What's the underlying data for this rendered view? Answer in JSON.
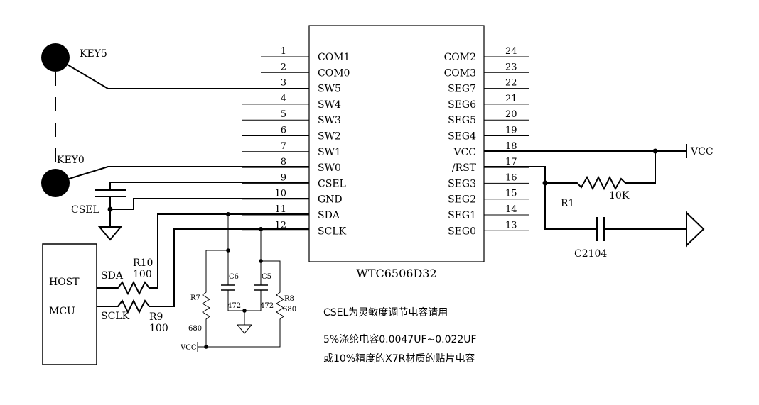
{
  "chip": {
    "name": "WTC6506D32",
    "left_pins": [
      {
        "num": "1",
        "label": "COM1"
      },
      {
        "num": "2",
        "label": "COM0"
      },
      {
        "num": "3",
        "label": "SW5"
      },
      {
        "num": "4",
        "label": "SW4"
      },
      {
        "num": "5",
        "label": "SW3"
      },
      {
        "num": "6",
        "label": "SW2"
      },
      {
        "num": "7",
        "label": "SW1"
      },
      {
        "num": "8",
        "label": "SW0"
      },
      {
        "num": "9",
        "label": "CSEL"
      },
      {
        "num": "10",
        "label": "GND"
      },
      {
        "num": "11",
        "label": "SDA"
      },
      {
        "num": "12",
        "label": "SCLK"
      }
    ],
    "right_pins": [
      {
        "num": "24",
        "label": "COM2"
      },
      {
        "num": "23",
        "label": "COM3"
      },
      {
        "num": "22",
        "label": "SEG7"
      },
      {
        "num": "21",
        "label": "SEG6"
      },
      {
        "num": "20",
        "label": "SEG5"
      },
      {
        "num": "19",
        "label": "SEG4"
      },
      {
        "num": "18",
        "label": "VCC"
      },
      {
        "num": "17",
        "label": "/RST"
      },
      {
        "num": "16",
        "label": "SEG3"
      },
      {
        "num": "15",
        "label": "SEG2"
      },
      {
        "num": "14",
        "label": "SEG1"
      },
      {
        "num": "13",
        "label": "SEG0"
      }
    ]
  },
  "keys": {
    "top": "KEY5",
    "bottom": "KEY0"
  },
  "csel_label": "CSEL",
  "host": {
    "line1": "HOST",
    "line2": "MCU"
  },
  "signals": {
    "sda": "SDA",
    "sclk": "SCLK"
  },
  "r10": {
    "name": "R10",
    "value": "100"
  },
  "r9": {
    "name": "R9",
    "value": "100"
  },
  "r7": {
    "name": "R7",
    "value": "680"
  },
  "r8": {
    "name": "R8",
    "value": "680"
  },
  "c6": {
    "name": "C6",
    "value": "472"
  },
  "c5": {
    "name": "C5",
    "value": "472"
  },
  "vcc_small": "VCC",
  "vcc": "VCC",
  "r1": {
    "name": "R1",
    "value": "10K"
  },
  "c2": {
    "name": "C2104"
  },
  "notes": [
    "CSEL为灵敏度调节电容请用",
    "5%涤纶电容0.0047UF~0.022UF",
    "或10%精度的X7R材质的贴片电容"
  ]
}
